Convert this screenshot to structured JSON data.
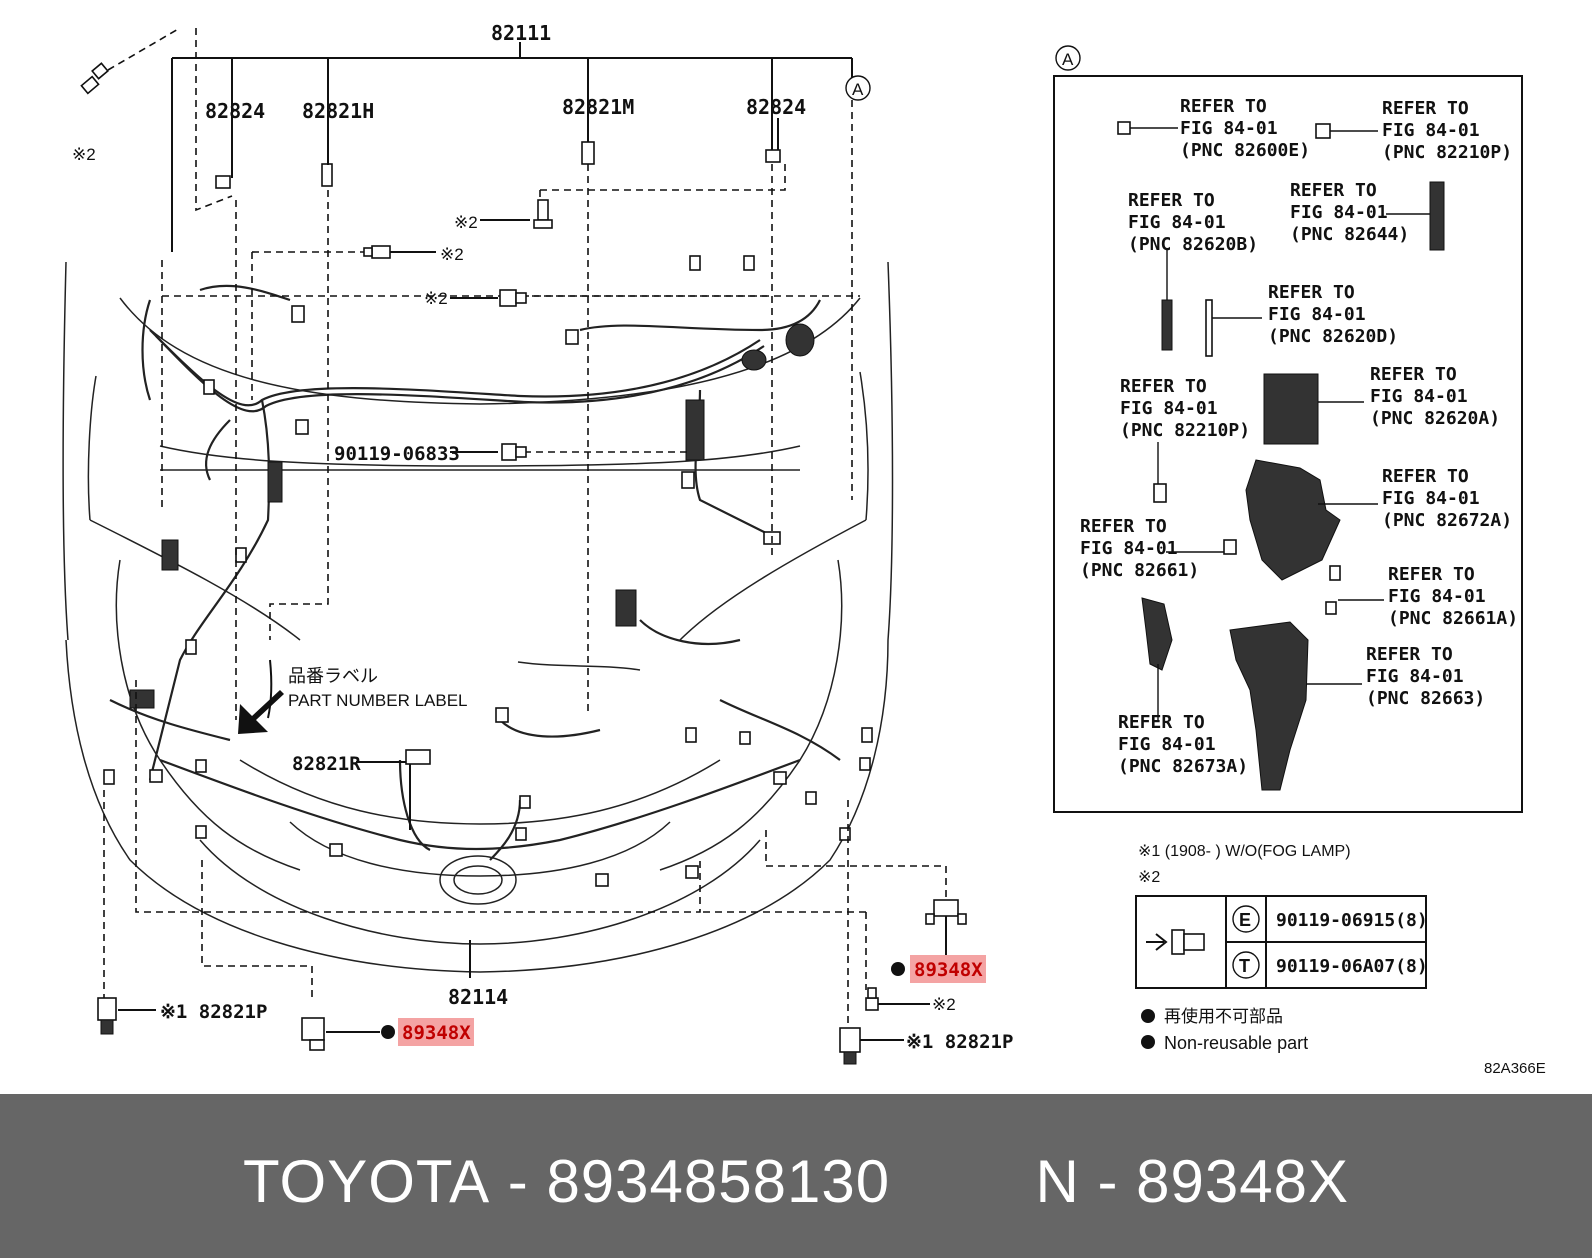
{
  "diagram": {
    "top_part": "82111",
    "upper_labels": [
      "82824",
      "82821H",
      "82821M",
      "82824"
    ],
    "bolt_mark": "※2",
    "bolt_part": "90119-06833",
    "label_jp": "品番ラベル",
    "label_en": "PART NUMBER LABEL",
    "front_part": "82821R",
    "bottom_part": "82114",
    "sub_part_left": "※1 82821P",
    "sub_part_right": "※1 82821P",
    "highlight_part": "89348X",
    "view_tag": "A",
    "footnote1": "※1 (1908-        ) W/O(FOG LAMP)",
    "footnote2": "※2",
    "bolt_table": [
      {
        "symbol": "E",
        "part": "90119-06915(8)"
      },
      {
        "symbol": "T",
        "part": "90119-06A07(8)"
      }
    ],
    "legend_jp": "再使用不可部品",
    "legend_en": "Non-reusable part",
    "figure_code": "82A366E"
  },
  "detail_a_refs": [
    {
      "line1": "REFER TO",
      "line2": "FIG 84-01",
      "line3": "(PNC 82600E)"
    },
    {
      "line1": "REFER TO",
      "line2": "FIG 84-01",
      "line3": "(PNC 82210P)"
    },
    {
      "line1": "REFER TO",
      "line2": "FIG 84-01",
      "line3": "(PNC 82620B)"
    },
    {
      "line1": "REFER TO",
      "line2": "FIG 84-01",
      "line3": "(PNC 82644)"
    },
    {
      "line1": "REFER TO",
      "line2": "FIG 84-01",
      "line3": "(PNC 82620D)"
    },
    {
      "line1": "REFER TO",
      "line2": "FIG 84-01",
      "line3": "(PNC 82210P)"
    },
    {
      "line1": "REFER TO",
      "line2": "FIG 84-01",
      "line3": "(PNC 82620A)"
    },
    {
      "line1": "REFER TO",
      "line2": "FIG 84-01",
      "line3": "(PNC 82672A)"
    },
    {
      "line1": "REFER TO",
      "line2": "FIG 84-01",
      "line3": "(PNC 82661)"
    },
    {
      "line1": "REFER TO",
      "line2": "FIG 84-01",
      "line3": "(PNC 82661A)"
    },
    {
      "line1": "REFER TO",
      "line2": "FIG 84-01",
      "line3": "(PNC 82663)"
    },
    {
      "line1": "REFER TO",
      "line2": "FIG 84-01",
      "line3": "(PNC 82673A)"
    }
  ],
  "footer": {
    "brand": "TOYOTA",
    "sep1": "-",
    "part_number": "8934858130",
    "n_prefix": "N",
    "sep2": "-",
    "n_code": "89348X"
  },
  "colors": {
    "highlight": "#f4a3a3",
    "footer_band": "#666666"
  }
}
